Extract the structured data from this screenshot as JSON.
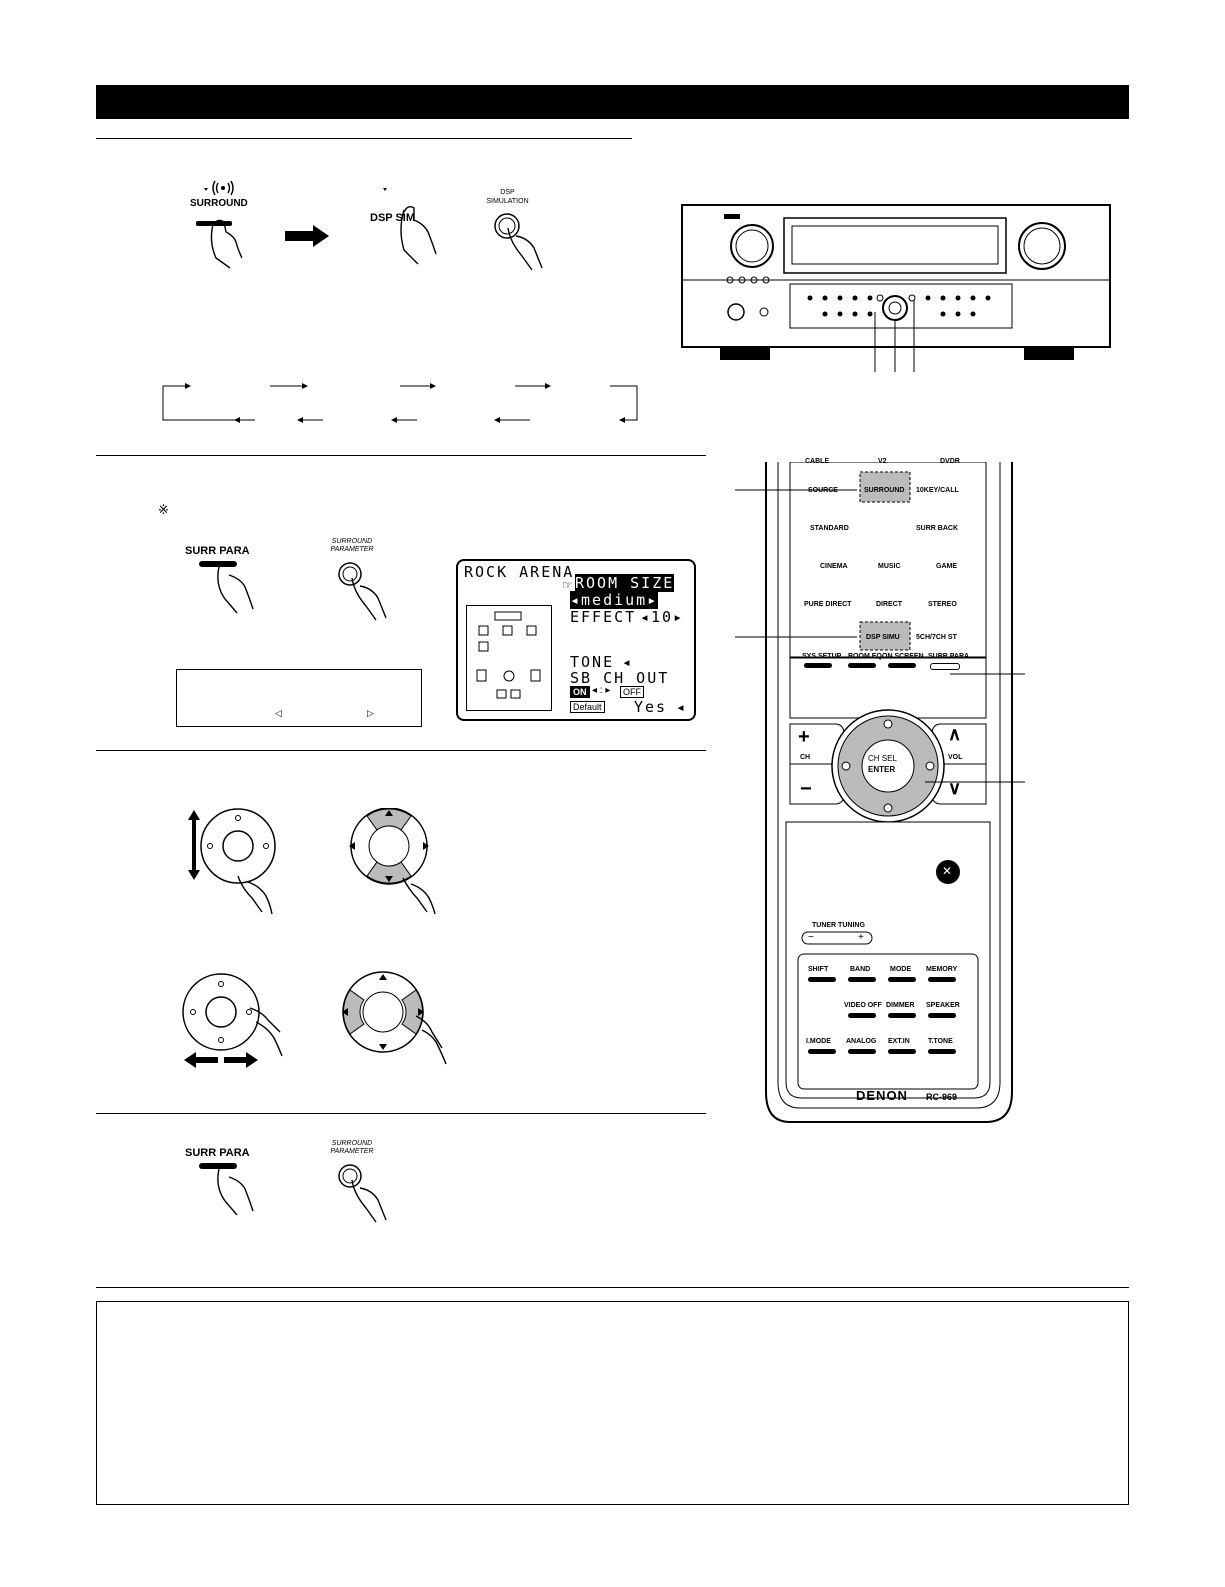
{
  "section1": {
    "surround_label": "SURROUND",
    "dsp_sim_label": "DSP SIM",
    "dsp_simulation_label": "DSP\nSIMULATION"
  },
  "section2": {
    "note_mark": "※",
    "surr_para_label": "SURR PARA",
    "surround_parameter_label": "SURROUND\nPARAMETER",
    "osd": {
      "title": "ROCK ARENA",
      "room_size": "ROOM SIZE",
      "medium": "medium",
      "effect": "EFFECT",
      "effect_value": "10",
      "tone": "TONE",
      "sb_ch_out": "SB CH OUT",
      "on": "ON",
      "off": "OFF",
      "default": "Default",
      "yes": "Yes"
    }
  },
  "section4": {
    "surr_para_label": "SURR PARA",
    "surround_parameter_label": "SURROUND\nPARAMETER"
  },
  "remote": {
    "top_row": [
      "CABLE",
      "V2",
      "DVDR"
    ],
    "source": "SOURCE",
    "surround": "SURROUND",
    "tenkey_call": "10KEY/CALL",
    "standard": "STANDARD",
    "surr_back": "SURR BACK",
    "cinema": "CINEMA",
    "music": "MUSIC",
    "game": "GAME",
    "pure_direct": "PURE DIRECT",
    "direct": "DIRECT",
    "stereo": "STEREO",
    "dsp_simu": "DSP SIMU",
    "ch_st": "5CH/7CH ST",
    "sys_setup": "SYS SETUP",
    "room_eq": "ROOM EQ",
    "on_screen": "ON SCREEN",
    "surr_para": "SURR PARA",
    "ch": "CH",
    "vol": "VOL",
    "ch_sel": "CH SEL",
    "enter": "ENTER",
    "tuner_tuning": "TUNER TUNING",
    "shift": "SHIFT",
    "band": "BAND",
    "mode": "MODE",
    "memory": "MEMORY",
    "video_off": "VIDEO OFF",
    "dimmer": "DIMMER",
    "speaker": "SPEAKER",
    "i_mode": "I.MODE",
    "analog": "ANALOG",
    "ext_in": "EXT.IN",
    "t_tone": "T.TONE",
    "brand": "DENON",
    "model": "RC-969"
  }
}
